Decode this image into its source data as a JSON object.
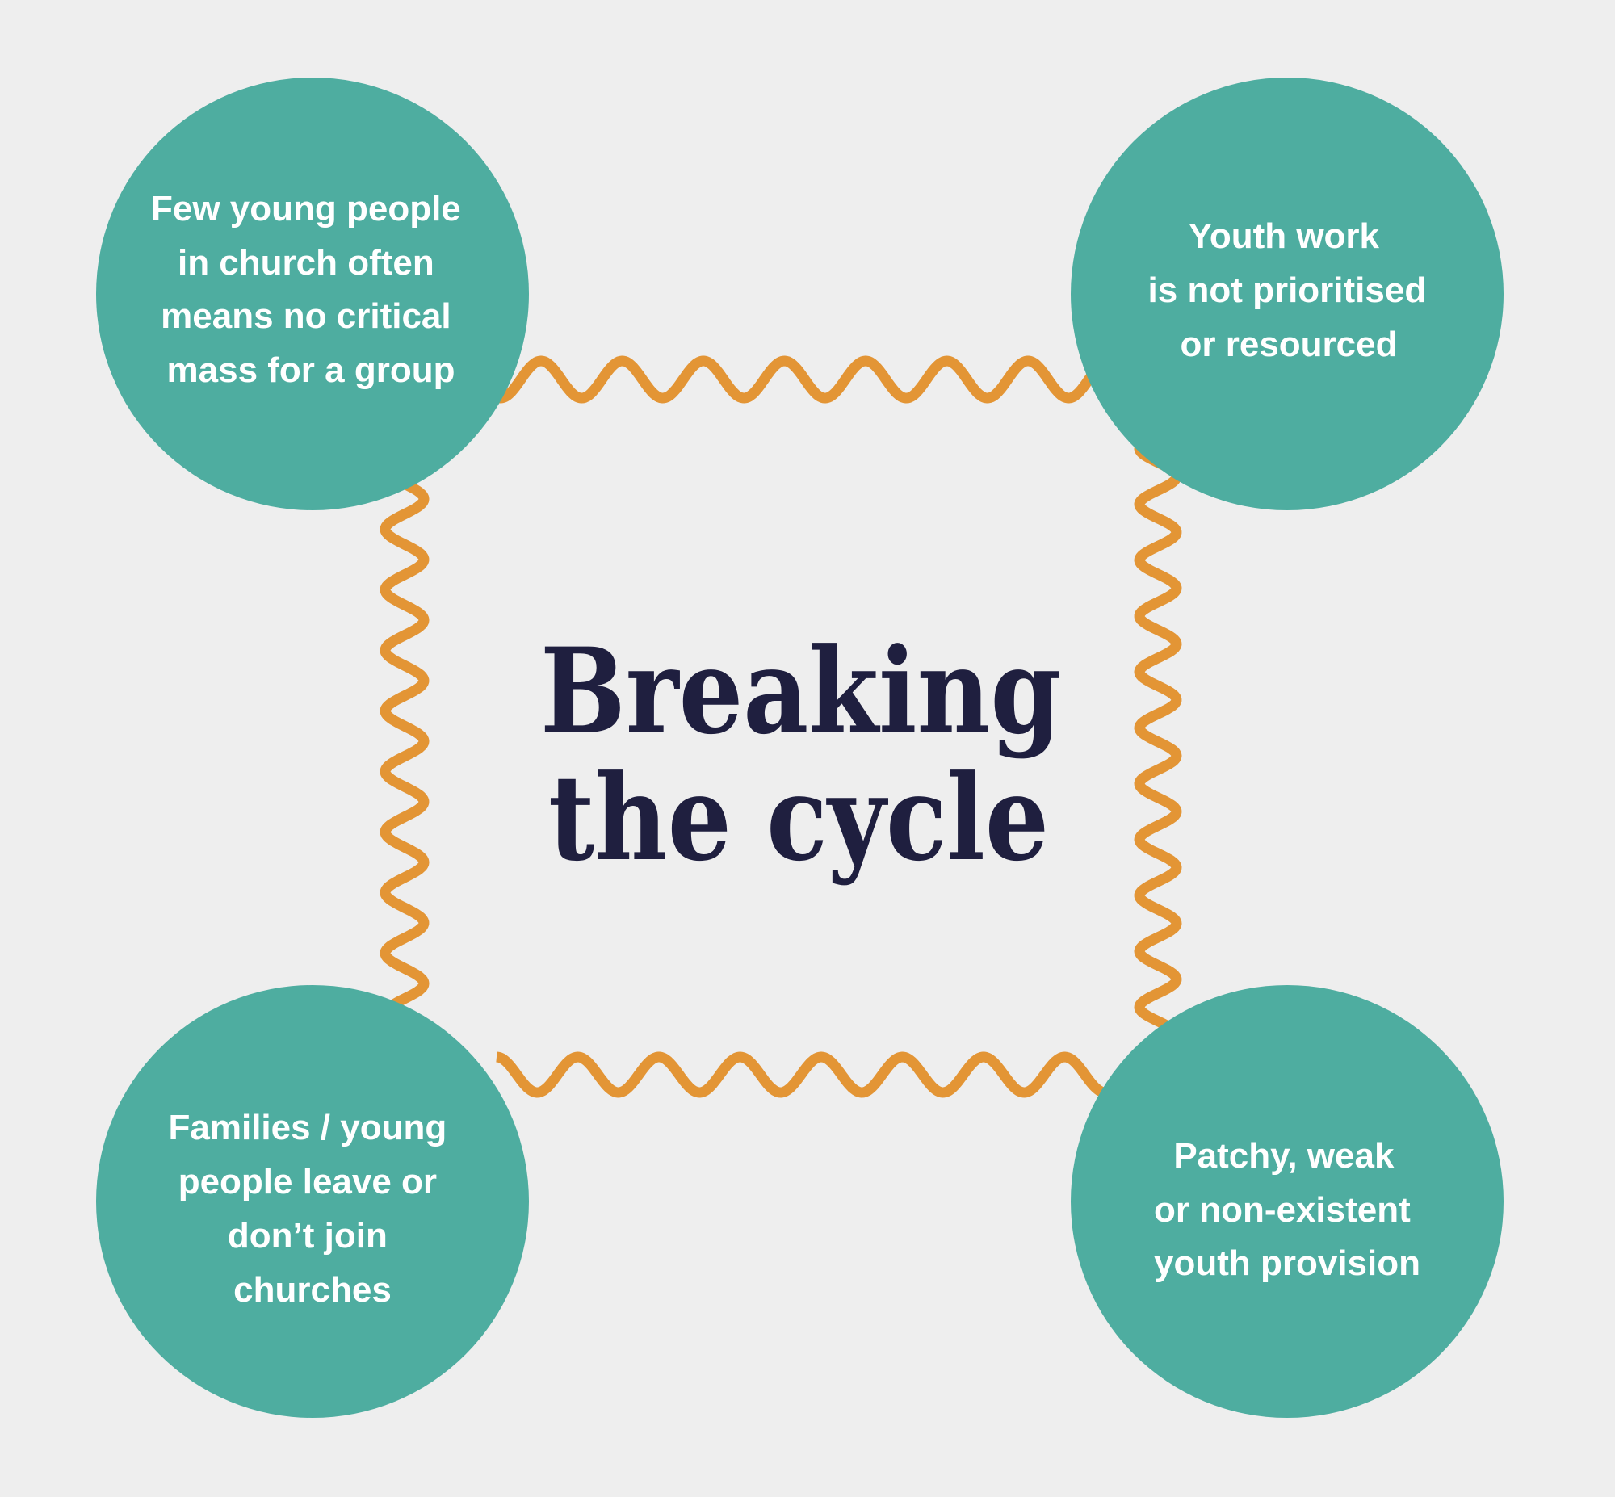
{
  "diagram": {
    "title": {
      "lines": [
        "Breaking",
        "the cycle"
      ]
    },
    "nodes": [
      {
        "id": "top-left",
        "lines": [
          "Few young people",
          "in church often",
          "means no critical",
          "mass for a group"
        ]
      },
      {
        "id": "top-right",
        "lines": [
          "Youth work",
          "is not prioritised",
          "or resourced"
        ]
      },
      {
        "id": "bottom-right",
        "lines": [
          "Patchy, weak",
          "or non-existent",
          "youth provision"
        ]
      },
      {
        "id": "bottom-left",
        "lines": [
          "Families / young",
          "people leave or",
          "don’t join",
          "churches"
        ]
      }
    ],
    "connectors": [
      {
        "from": "top-left",
        "to": "top-right",
        "style": "wavy"
      },
      {
        "from": "top-right",
        "to": "bottom-right",
        "style": "wavy"
      },
      {
        "from": "bottom-right",
        "to": "bottom-left",
        "style": "wavy"
      },
      {
        "from": "bottom-left",
        "to": "top-left",
        "style": "wavy"
      }
    ],
    "colors": {
      "background": "#eeeeee",
      "node_fill": "#4eada0",
      "node_text": "#ffffff",
      "connector": "#e39535",
      "title": "#1f1f3f"
    }
  }
}
